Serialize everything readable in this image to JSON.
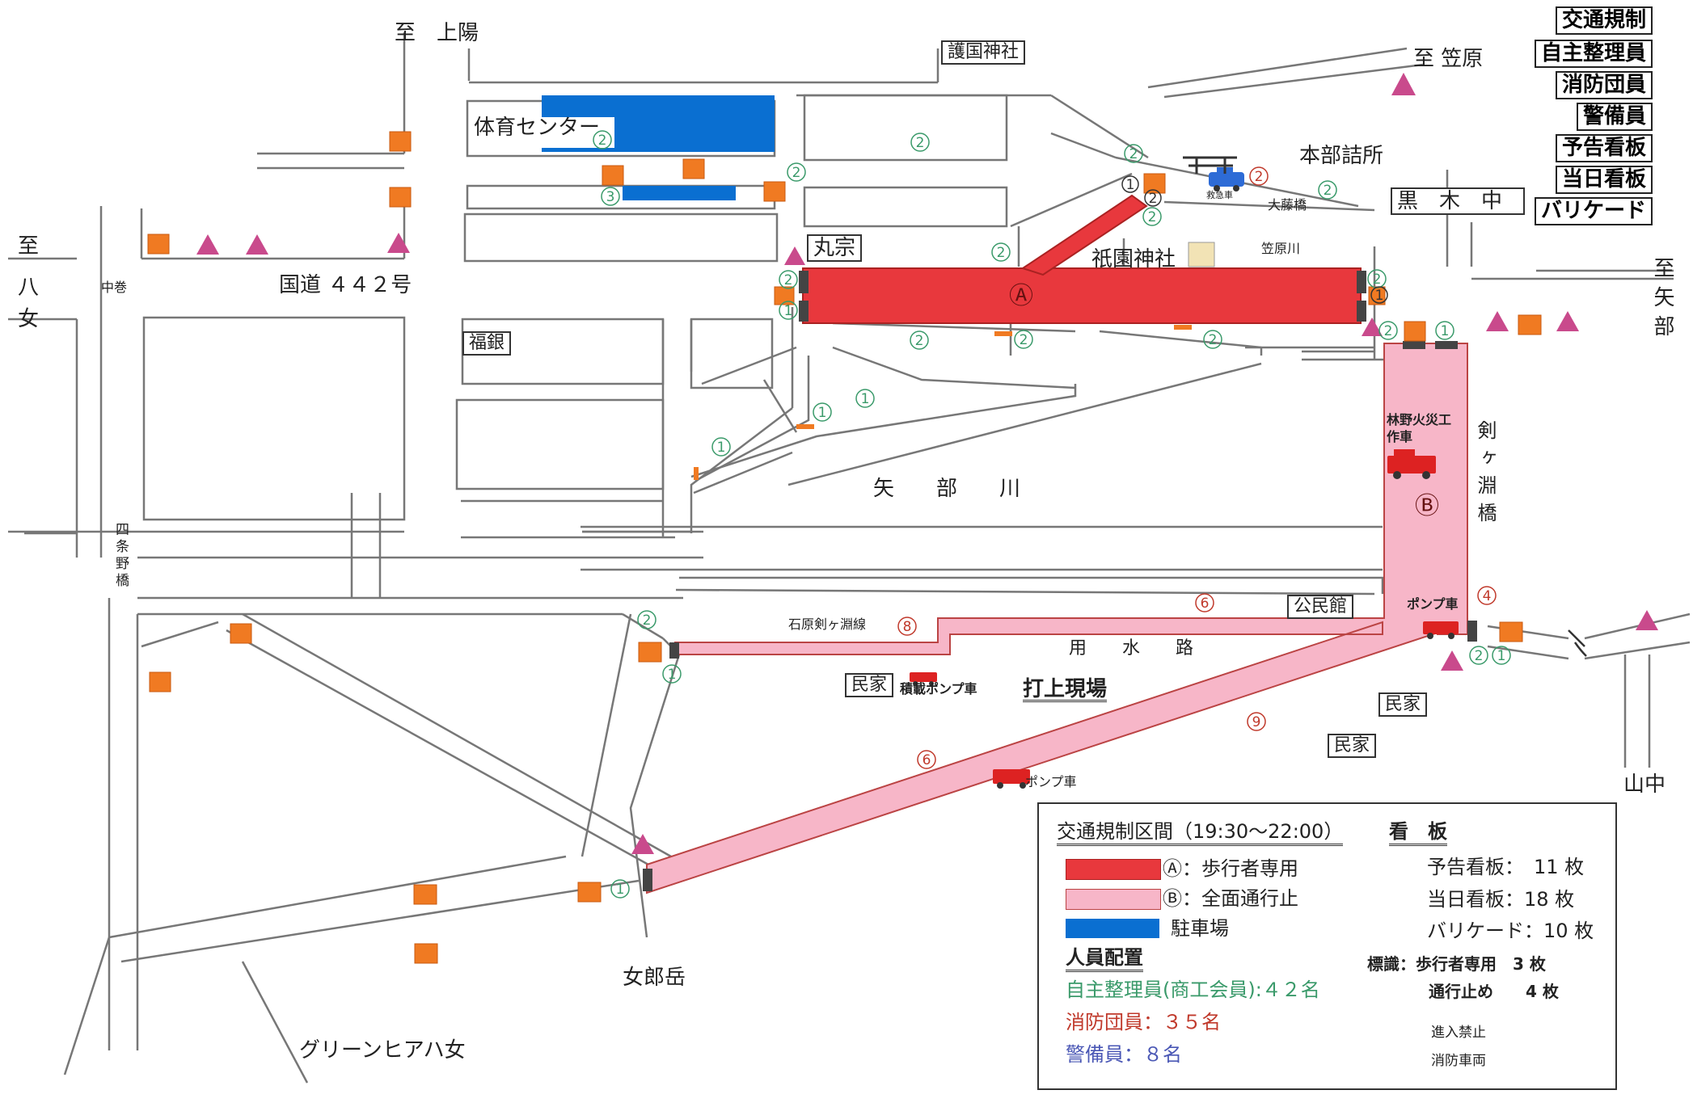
{
  "directions": {
    "kamiyo": "至　上陽",
    "kasahara": "至 笠原",
    "yame_char1": "至",
    "yame_char2": "八",
    "yame_char3": "女",
    "yabe": "至矢部",
    "yamanaka": "山中",
    "joroudake": "女郎岳",
    "green": "グリーンヒアハ女"
  },
  "places": {
    "gokoku": "護国神社",
    "taiiku": "体育センター",
    "honbu": "本部詰所",
    "kuroki": "黒　木　中",
    "marusou": "丸宗",
    "gion": "祇園神社",
    "fukugin": "福銀",
    "route": "国道 ４４２号",
    "nakashima": "中巻",
    "kasaharagawa": "笠原川",
    "otaki": "大藤橋",
    "yabegawa": "矢　　部　　川",
    "shijono": "四条野橋",
    "kengafuchi": "剣ヶ淵橋",
    "kominkan": "公民館",
    "ishihara": "石原剣ヶ淵線",
    "yousui": "用　　水　　路",
    "minka1": "民家",
    "minka2": "民家",
    "minka3": "民家",
    "uchiage": "打上現場",
    "tsumi": "積載ポンプ車",
    "pump_top": "ポンプ車",
    "pump_bottom": "ポンプ車",
    "rinya": "林野火災工作車",
    "kyukyu": "救急車"
  },
  "zones": {
    "a": "Ⓐ",
    "b": "Ⓑ"
  },
  "key_list": [
    "交通規制",
    "自主整理員",
    "消防団員",
    "警備員",
    "予告看板",
    "当日看板",
    "バリケード"
  ],
  "legend": {
    "title": "交通規制区間（19:30～22:00）",
    "a_label": "Ⓐ：歩行者専用",
    "b_label": "Ⓑ：全面通行止",
    "parking_label": "駐車場",
    "staff_title": "人員配置",
    "staff_1": "自主整理員(商工会員):４２名",
    "staff_2": "消防団員：３５名",
    "staff_3": "警備員：８名",
    "sign_title": "看　板",
    "sign_1": "予告看板：　11 枚",
    "sign_2": "当日看板：18 枚",
    "sign_3": "バリケード：10 枚",
    "sign_4": "標識：歩行者専用　3 枚",
    "sign_5": "通行止め　　4 枚",
    "sign_6": "進入禁止",
    "sign_7": "消防車両"
  },
  "colors": {
    "zone_a": "#e8383d",
    "zone_b": "#f7b6c8",
    "parking": "#0a6fd1",
    "orange_sign": "#f07a22",
    "triangle": "#c94a8c",
    "staff_green": "#3a9a6a",
    "staff_red": "#c0392b",
    "staff_blue": "#4a57b5"
  }
}
